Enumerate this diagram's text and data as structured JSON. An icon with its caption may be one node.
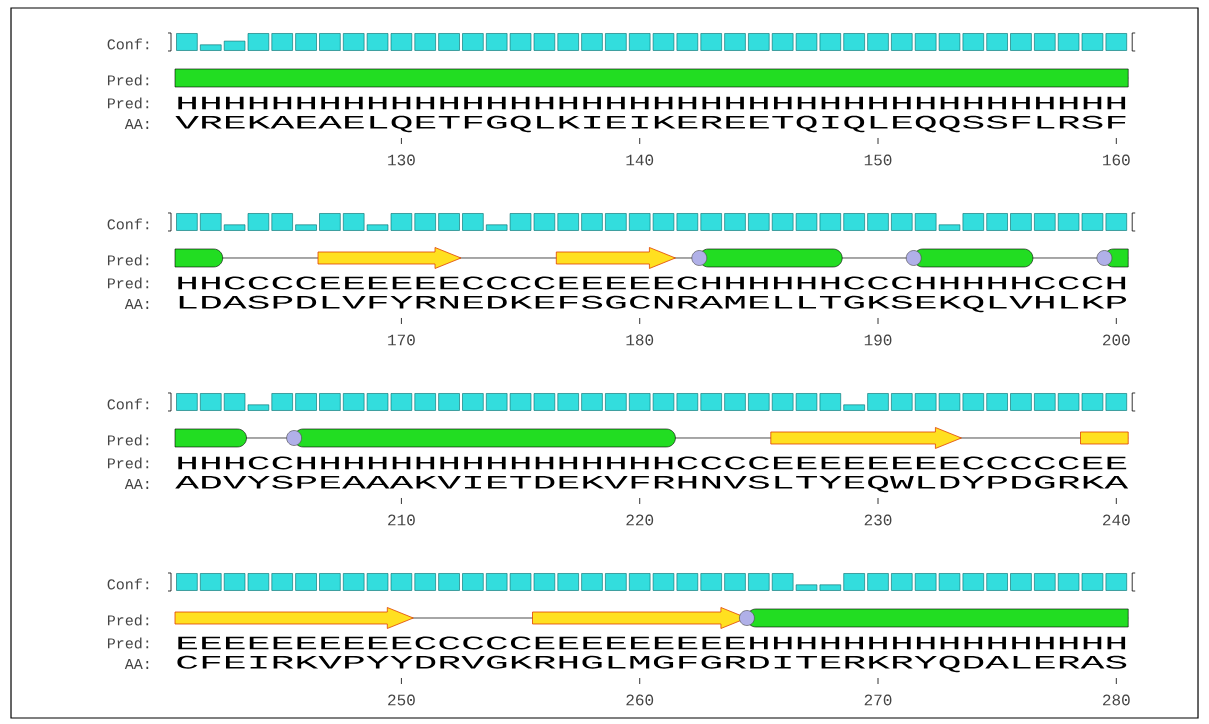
{
  "diagram": {
    "labels": [
      "Conf:",
      "Pred:",
      "Pred:",
      "HHHHHHHHHHHHHHHHHHHHHHHHHHHHHHHHHHHHHHHH",
      "AA:",
      "VREKAEAELQETFGQLKIEIKEREETQIQLEQQSSFLRSF",
      "130",
      "140",
      "150",
      "160",
      "Conf:",
      "Pred:",
      "Pred:",
      "HHCCCCEEEEEECCCCEEEEECHHHHHHCCCHHHHHCCCH",
      "AA:",
      "LDASPDLVFYRNEDKEFSGCNRAMELLTGKSEKQLVHLKP",
      "170",
      "180",
      "190",
      "200",
      "Conf:",
      "Pred:",
      "Pred:",
      "HHHCCHHHHHHHHHHHHHHHHCCCCEEEEEEEECCCCCEE",
      "AA:",
      "ADVYSPEAAAKVIETDEKVFRHNVSLTYEQWLDYPDGRKA",
      "210",
      "220",
      "230",
      "240",
      "Conf:",
      "Pred:",
      "Pred:",
      "EEEEEEEEEECCCCCEEEEEEEEEHHHHHHHHHHHHHHHH",
      "AA:",
      "CFEIRKVPYYDRVGKRHGLMGFGRDITERKRYQDALERAS",
      "250",
      "260",
      "270",
      "280"
    ]
  }
}
